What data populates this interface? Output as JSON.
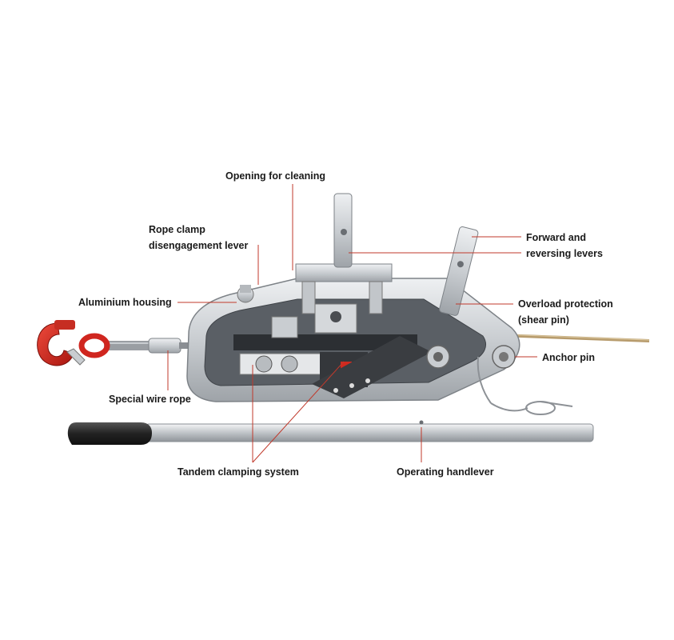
{
  "labels": {
    "opening": "Opening for cleaning",
    "clamp_1": "Rope clamp",
    "clamp_2": "disengagement lever",
    "forward_1": "Forward and",
    "forward_2": "reversing levers",
    "housing": "Aluminium housing",
    "overload_1": "Overload protection",
    "overload_2": "(shear pin)",
    "anchor": "Anchor pin",
    "wire": "Special wire rope",
    "tandem": "Tandem clamping system",
    "handlever": "Operating handlever"
  },
  "colors": {
    "leader_line": "#c0392b",
    "hook": "#d0261f",
    "housing": "#d8dbde",
    "handle_grip": "#2b2b2b",
    "rope": "#b79b6c"
  }
}
